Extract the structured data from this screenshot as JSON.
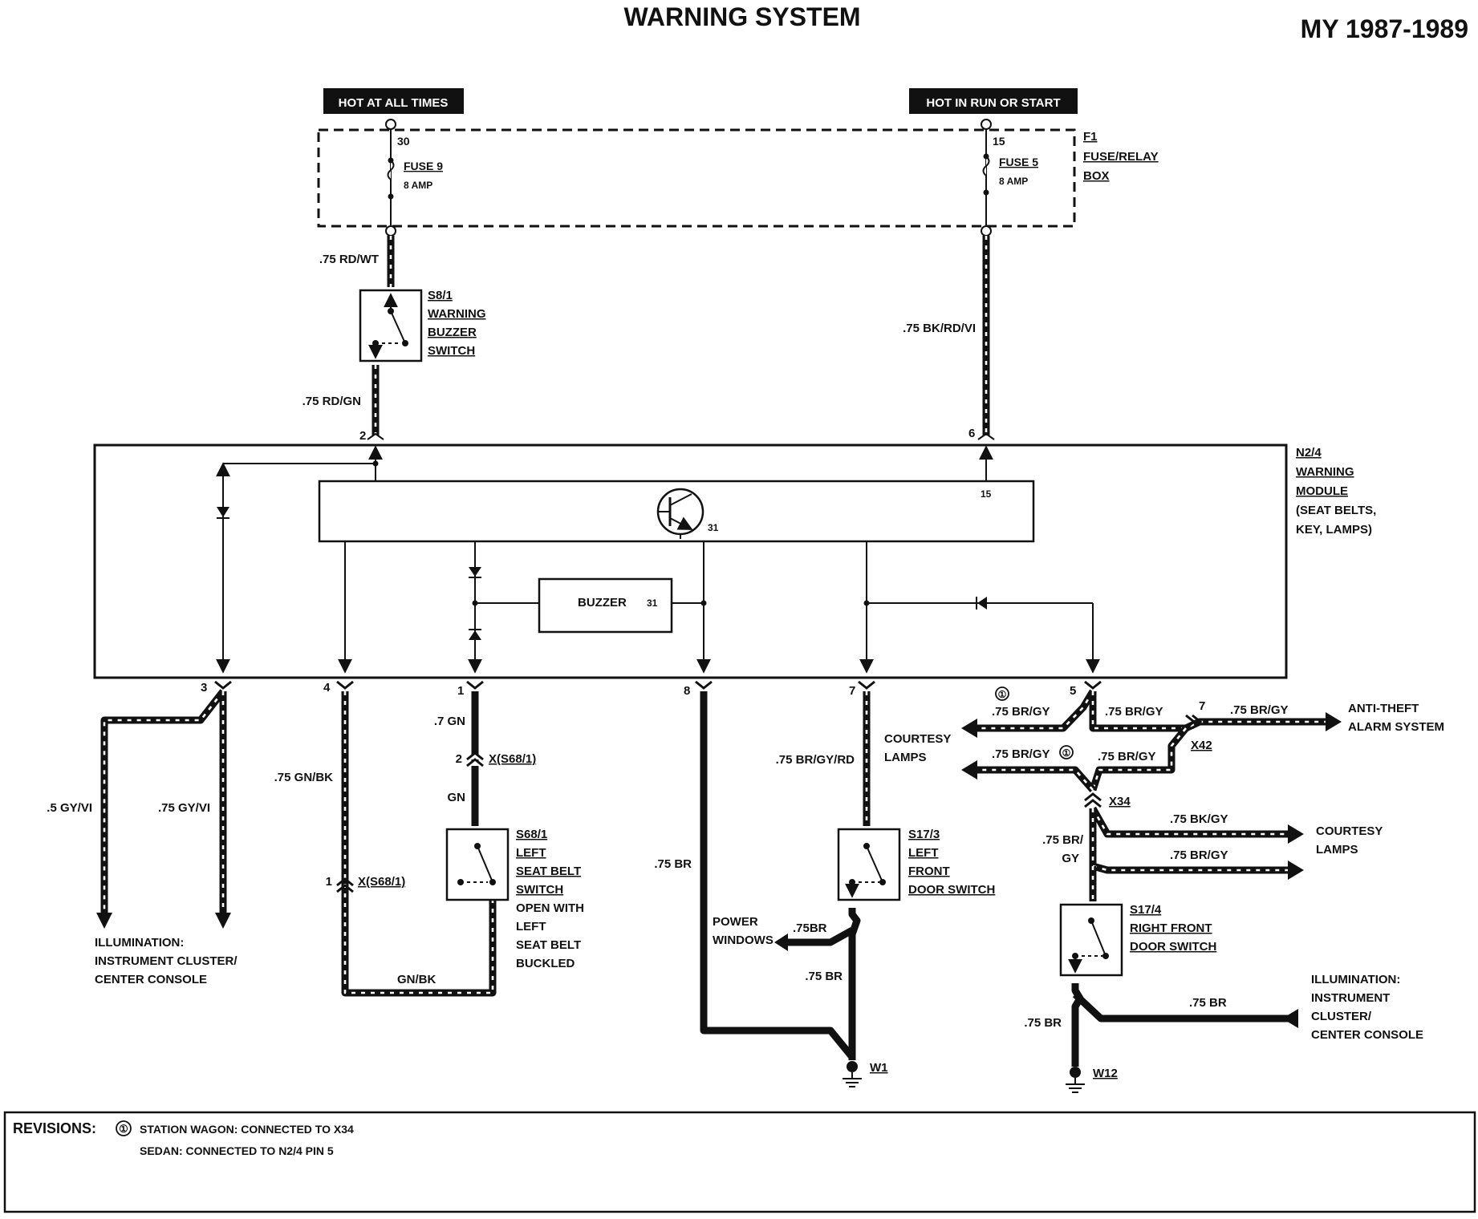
{
  "header": {
    "title": "WARNING SYSTEM",
    "model_years": "MY 1987-1989"
  },
  "power": {
    "hot_always": "HOT AT ALL TIMES",
    "hot_run": "HOT IN RUN OR START"
  },
  "fuse_box": {
    "id": "F1",
    "name_line1": "FUSE/RELAY",
    "name_line2": "BOX",
    "fuse9": {
      "terminal": "30",
      "name": "FUSE 9",
      "rating": "8 AMP"
    },
    "fuse5": {
      "terminal": "15",
      "name": "FUSE 5",
      "rating": "8 AMP"
    }
  },
  "wires": {
    "rd_wt": ".75 RD/WT",
    "bk_rd_vi": ".75 BK/RD/VI",
    "rd_gn": ".75 RD/GN",
    "gy_vi_05": ".5 GY/VI",
    "gy_vi_075": ".75 GY/VI",
    "gn_bk": ".75 GN/BK",
    "gn_7": ".7 GN",
    "gn": "GN",
    "gn_bk_bottom": "GN/BK",
    "br_8": ".75 BR",
    "br_gy_rd": ".75 BR/GY/RD",
    "br_power": ".75BR",
    "br_w1": ".75 BR",
    "br_gy_a": ".75 BR/GY",
    "br_gy_b": ".75 BR/GY",
    "br_gy_c": ".75 BR/GY",
    "br_gy_d": ".75 BR/GY",
    "br_gy_e": ".75 BR/GY",
    "bk_gy": ".75 BK/GY",
    "br_gy_f": ".75 BR/GY",
    "br_gy_split_1": ".75 BR/",
    "br_gy_split_2": "GY",
    "br_w12": ".75 BR",
    "br_illum": ".75 BR"
  },
  "s8_1": {
    "id": "S8/1",
    "line1": "WARNING",
    "line2": "BUZZER",
    "line3": "SWITCH"
  },
  "module": {
    "id": "N2/4",
    "line1": "WARNING",
    "line2": "MODULE",
    "line3": "(SEAT BELTS,",
    "line4": "KEY, LAMPS)",
    "pin_15": "15",
    "pin_31a": "31",
    "buzzer": "BUZZER",
    "pin_31b": "31"
  },
  "pins": {
    "p2": "2",
    "p6": "6",
    "p3": "3",
    "p4": "4",
    "p1": "1",
    "p8": "8",
    "p7": "7",
    "p5": "5"
  },
  "connectors": {
    "x_s68_2_pin": "2",
    "x_s68_2": "X(S68/1)",
    "x_s68_1_pin": "1",
    "x_s68_1": "X(S68/1)",
    "x42_pin": "7",
    "x42": "X42",
    "x34": "X34"
  },
  "s68_1": {
    "id": "S68/1",
    "line1": "LEFT",
    "line2": "SEAT BELT",
    "line3": "SWITCH",
    "line4": "OPEN WITH",
    "line5": "LEFT",
    "line6": "SEAT BELT",
    "line7": "BUCKLED"
  },
  "s17_3": {
    "id": "S17/3",
    "line1": "LEFT",
    "line2": "FRONT",
    "line3": "DOOR SWITCH"
  },
  "s17_4": {
    "id": "S17/4",
    "line1": "RIGHT FRONT",
    "line2": "DOOR SWITCH"
  },
  "destinations": {
    "illum_left_1": "ILLUMINATION:",
    "illum_left_2": "INSTRUMENT CLUSTER/",
    "illum_left_3": "CENTER CONSOLE",
    "courtesy_top_1": "COURTESY",
    "courtesy_top_2": "LAMPS",
    "power_win_1": "POWER",
    "power_win_2": "WINDOWS",
    "anti_theft_1": "ANTI-THEFT",
    "anti_theft_2": "ALARM SYSTEM",
    "courtesy_right_1": "COURTESY",
    "courtesy_right_2": "LAMPS",
    "illum_right_1": "ILLUMINATION:",
    "illum_right_2": "INSTRUMENT",
    "illum_right_3": "CLUSTER/",
    "illum_right_4": "CENTER CONSOLE"
  },
  "grounds": {
    "w1": "W1",
    "w12": "W12"
  },
  "notes": {
    "rev1": "①",
    "rev2": "①"
  },
  "revisions": {
    "label": "REVISIONS:",
    "marker": "①",
    "line1": "STATION WAGON: CONNECTED TO X34",
    "line2": "SEDAN: CONNECTED TO N2/4 PIN 5"
  }
}
